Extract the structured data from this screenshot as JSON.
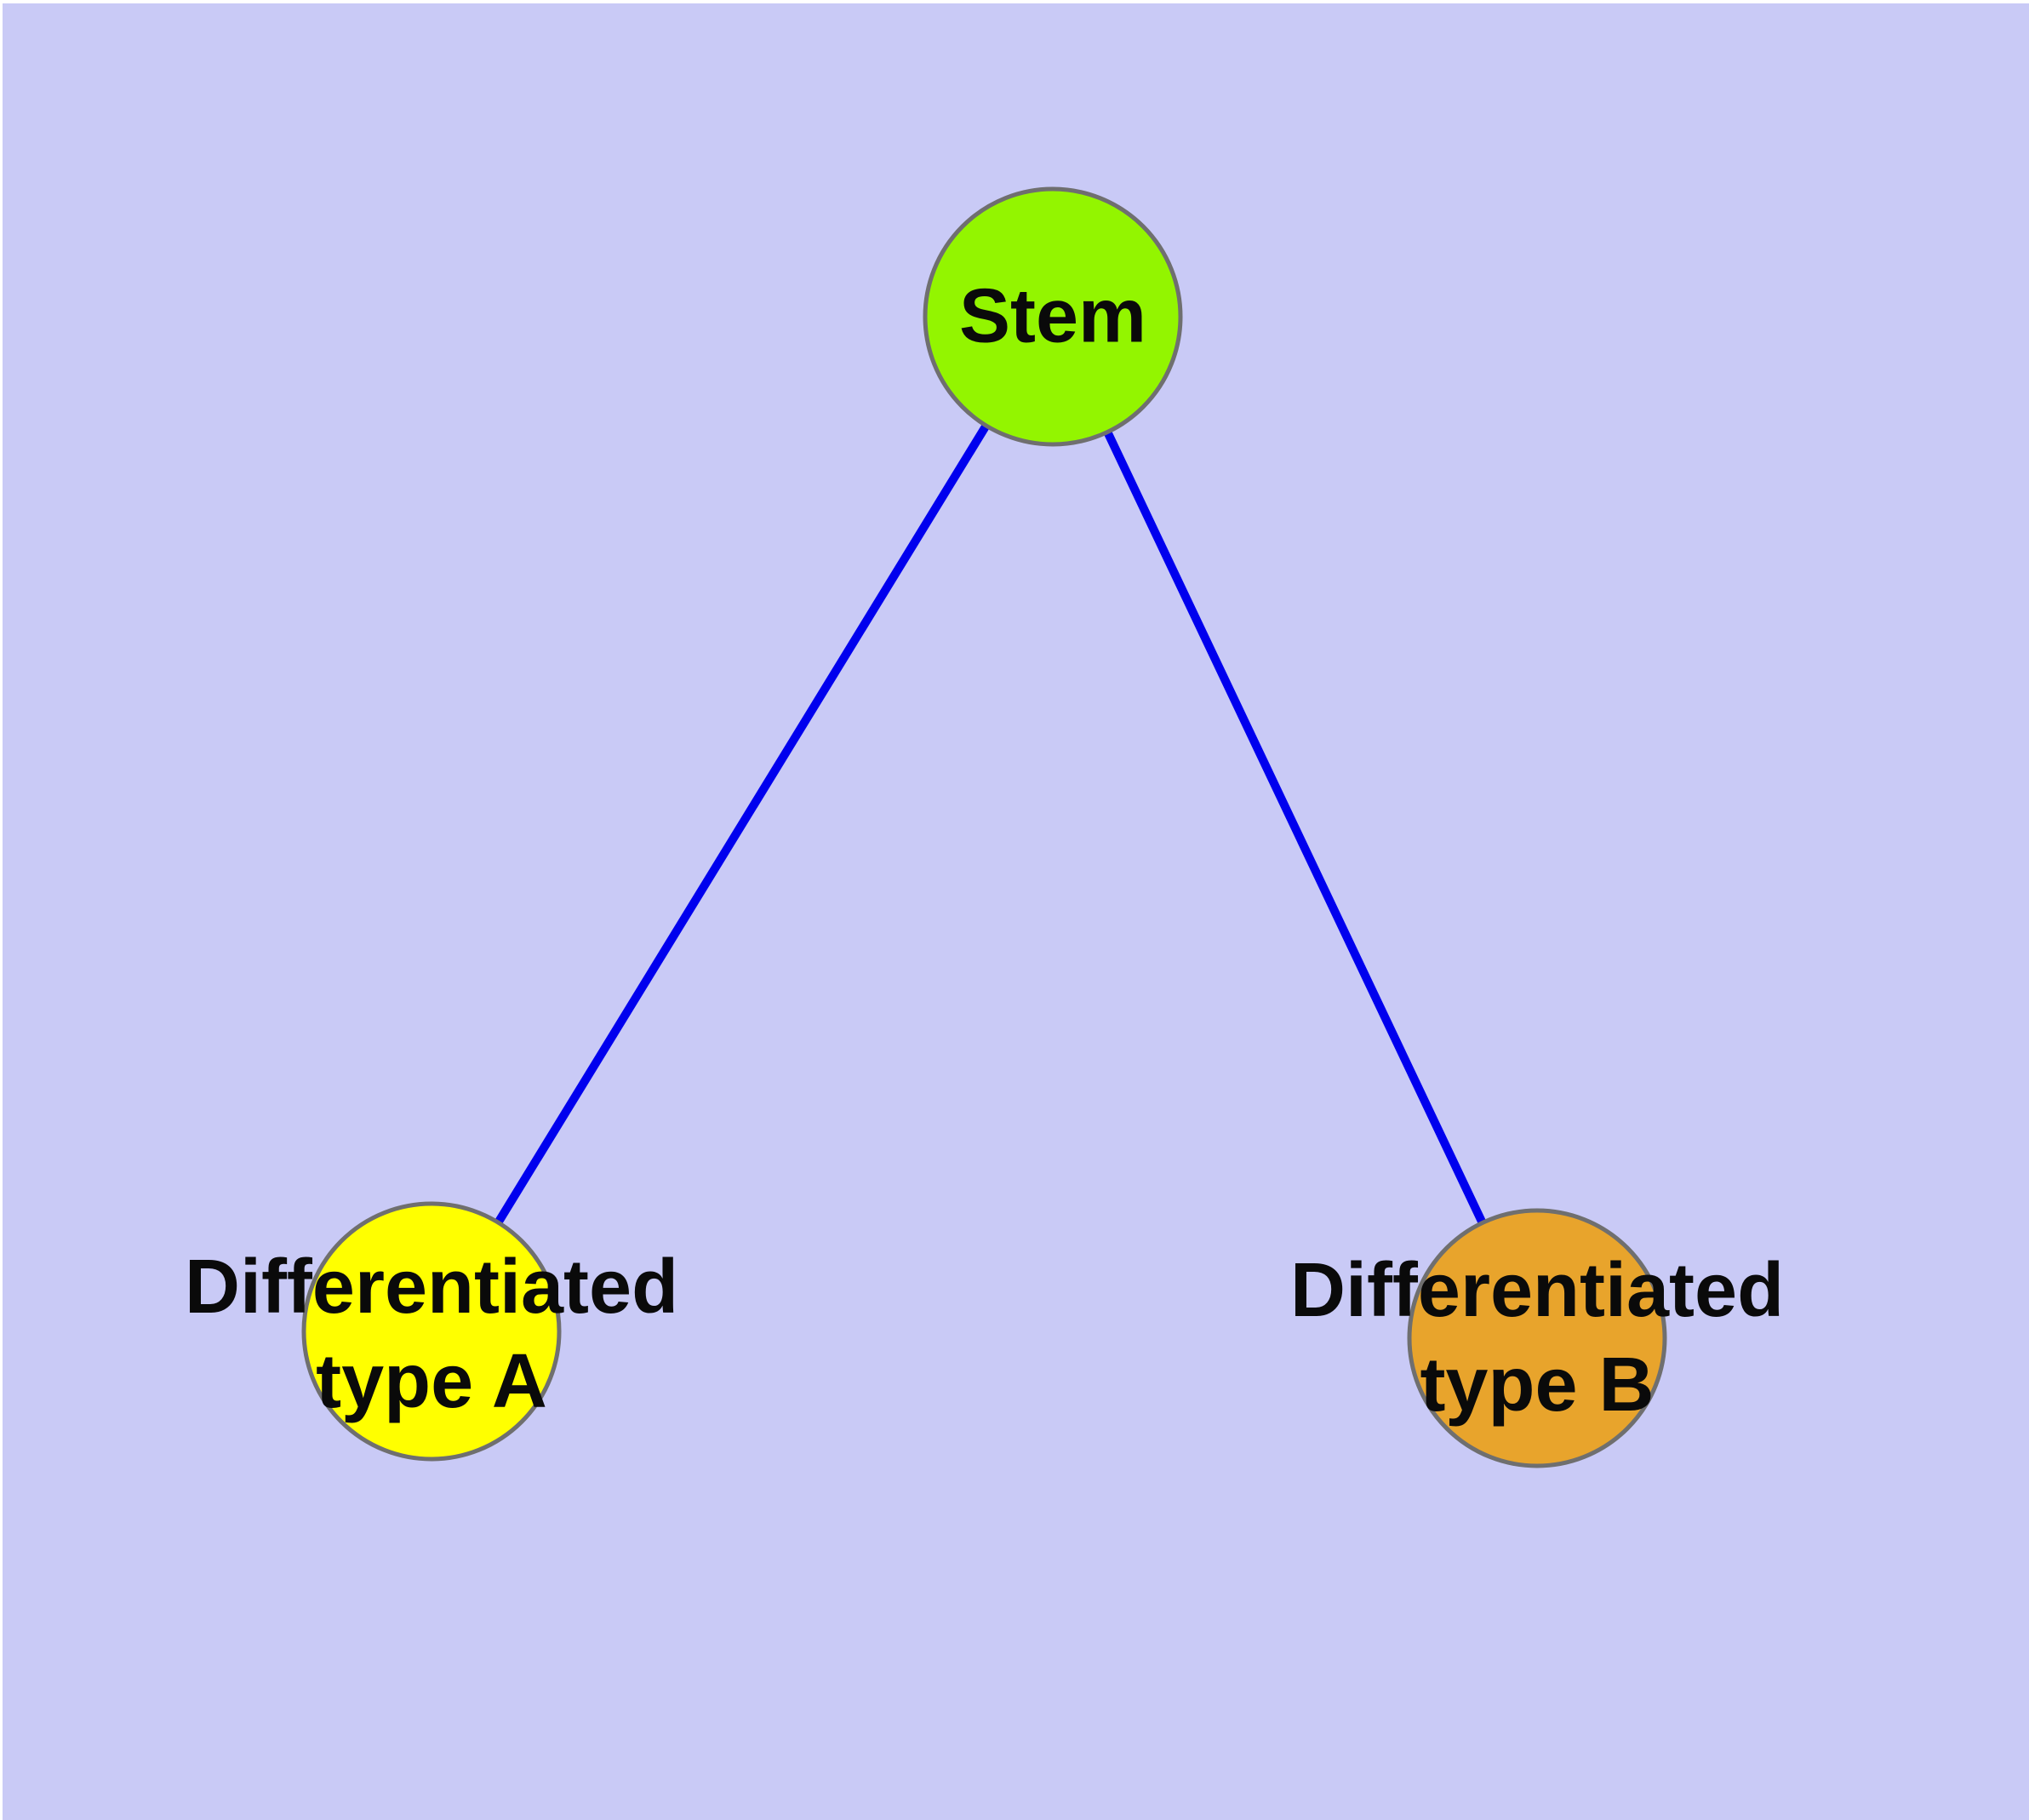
{
  "diagram": {
    "type": "graph",
    "background_color": "#C9CAF6",
    "edge_color": "#0000EE",
    "node_border_color": "#6F6F6F",
    "label_color": "#0A0A0A",
    "nodes": [
      {
        "id": "stem",
        "label": "Stem",
        "fill": "#93F500"
      },
      {
        "id": "differentiated-type-a",
        "label": "Differentiated\ntype A",
        "fill": "#FFFF00"
      },
      {
        "id": "differentiated-type-b",
        "label": "Differentiated\ntype B",
        "fill": "#E8A42C"
      }
    ],
    "edges": [
      {
        "from": "Stem",
        "to": "Differentiated type A"
      },
      {
        "from": "Stem",
        "to": "Differentiated type B"
      }
    ]
  }
}
